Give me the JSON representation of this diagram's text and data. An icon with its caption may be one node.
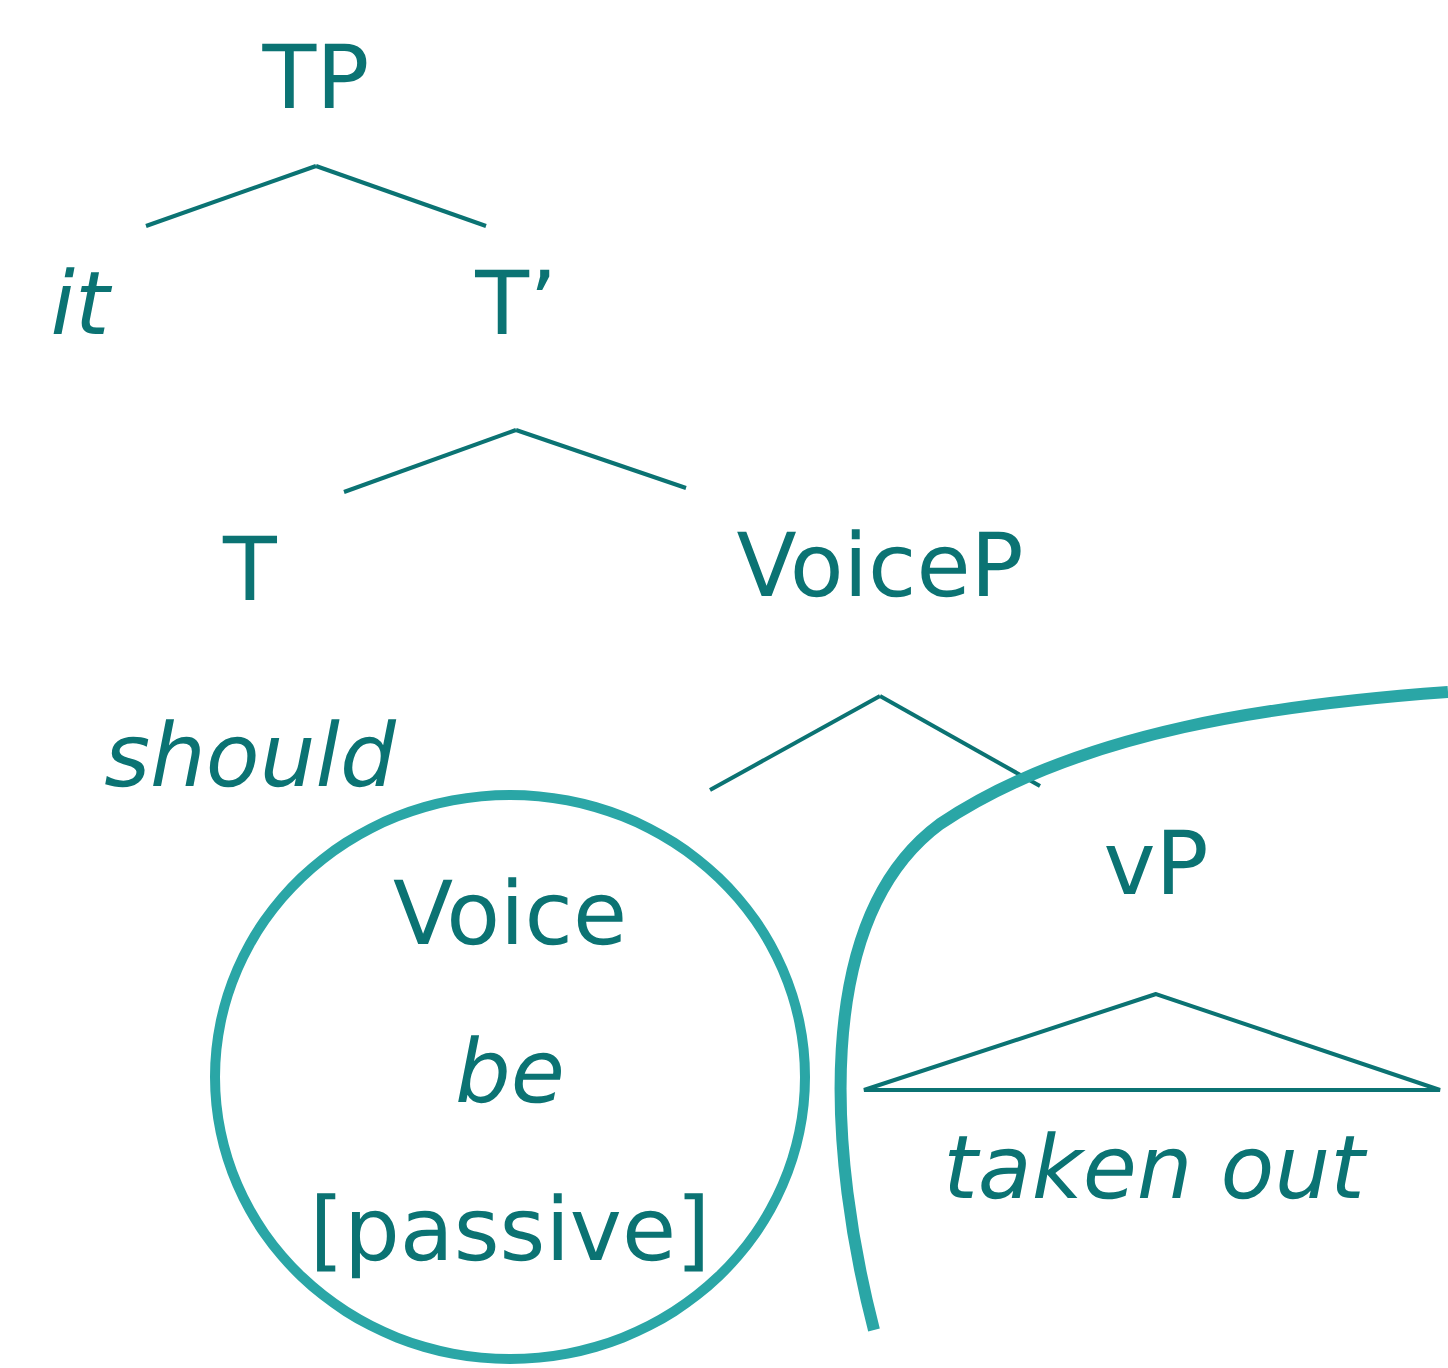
{
  "diagram": {
    "nodes": [
      {
        "text": [
          "TP"
        ]
      },
      {
        "text": [
          "it"
        ]
      },
      {
        "text": [
          "T’"
        ]
      },
      {
        "text": [
          "T",
          "should"
        ]
      },
      {
        "text": [
          "VoiceP"
        ]
      },
      {
        "text": [
          "Voice",
          "be",
          "[passive]"
        ]
      },
      {
        "text": [
          "vP"
        ]
      },
      {
        "text": [
          "taken out"
        ]
      }
    ],
    "edges": [
      {
        "from": 0,
        "to": 1,
        "arrow": "none"
      },
      {
        "from": 0,
        "to": 2,
        "arrow": "none"
      },
      {
        "from": 2,
        "to": 3,
        "arrow": "none"
      },
      {
        "from": 2,
        "to": 4,
        "arrow": "none"
      },
      {
        "from": 4,
        "to": 5,
        "arrow": "none"
      },
      {
        "from": 4,
        "to": 6,
        "arrow": "none"
      },
      {
        "from": 6,
        "to": 7,
        "arrow": "none"
      }
    ]
  }
}
